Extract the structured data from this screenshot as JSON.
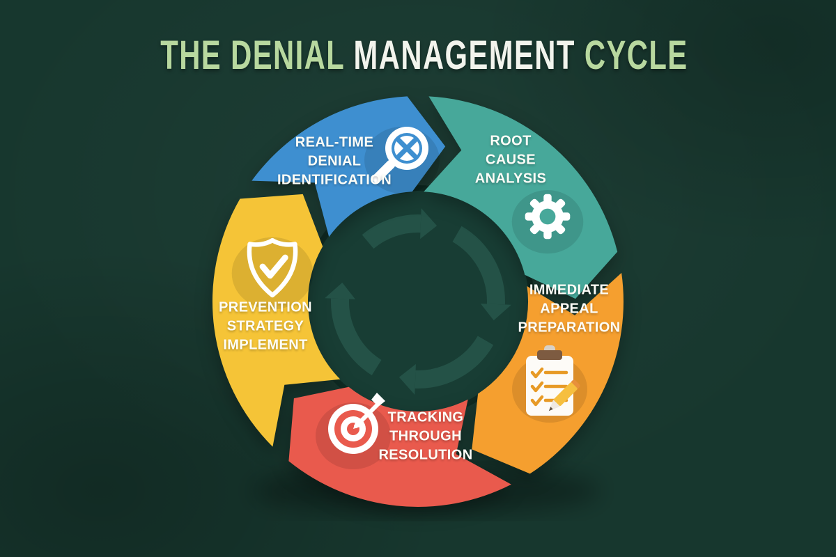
{
  "title": {
    "text": "THE DENIAL MANAGEMENT CYCLE",
    "parts": [
      {
        "text": "THE DENIAL ",
        "color": "#b8d89f"
      },
      {
        "text": "MANAGEMENT",
        "color": "#f2f4ed"
      },
      {
        "text": " CYCLE",
        "color": "#b8d89f"
      }
    ]
  },
  "background_color": "#17372e",
  "center": {
    "disc_color": "#183d34",
    "disc_edge_color": "#0f2b23",
    "ring_color": "#245247",
    "ring_description": "clockwise circular arrow ring with 4 arrowheads"
  },
  "chart_data": {
    "type": "cycle-diagram",
    "direction": "clockwise",
    "steps": [
      "REAL-TIME DENIAL IDENTIFICATION",
      "ROOT CAUSE ANALYSIS",
      "IMMEDIATE APPEAL PREPARATION",
      "TRACKING THROUGH RESOLUTION",
      "PREVENTION STRATEGY IMPLEMENT"
    ]
  },
  "segments": [
    {
      "name": "real-time-denial-identification",
      "label_lines": [
        "REAL-TIME",
        "DENIAL",
        "IDENTIFICATION"
      ],
      "color": "#3e8fd0",
      "icon": "magnifier-icon",
      "start_angle": 303,
      "end_angle": 360
    },
    {
      "name": "root-cause-analysis",
      "label_lines": [
        "ROOT",
        "CAUSE",
        "ANALYSIS"
      ],
      "color": "#47a89a",
      "icon": "gear-icon",
      "start_angle": 0,
      "end_angle": 79
    },
    {
      "name": "immediate-appeal-preparation",
      "label_lines": [
        "IMMEDIATE",
        "APPEAL",
        "PREPARATION"
      ],
      "color": "#f59f2f",
      "icon": "clipboard-icon",
      "start_angle": 79,
      "end_angle": 150
    },
    {
      "name": "tracking-through-resolution",
      "label_lines": [
        "TRACKING",
        "THROUGH",
        "RESOLUTION"
      ],
      "color": "#e95a4d",
      "icon": "target-icon",
      "start_angle": 150,
      "end_angle": 222
    },
    {
      "name": "prevention-strategy-implement",
      "label_lines": [
        "PREVENTION",
        "STRATEGY",
        "IMPLEMENT"
      ],
      "color": "#f5c437",
      "icon": "shield-icon",
      "start_angle": 222,
      "end_angle": 303
    }
  ]
}
